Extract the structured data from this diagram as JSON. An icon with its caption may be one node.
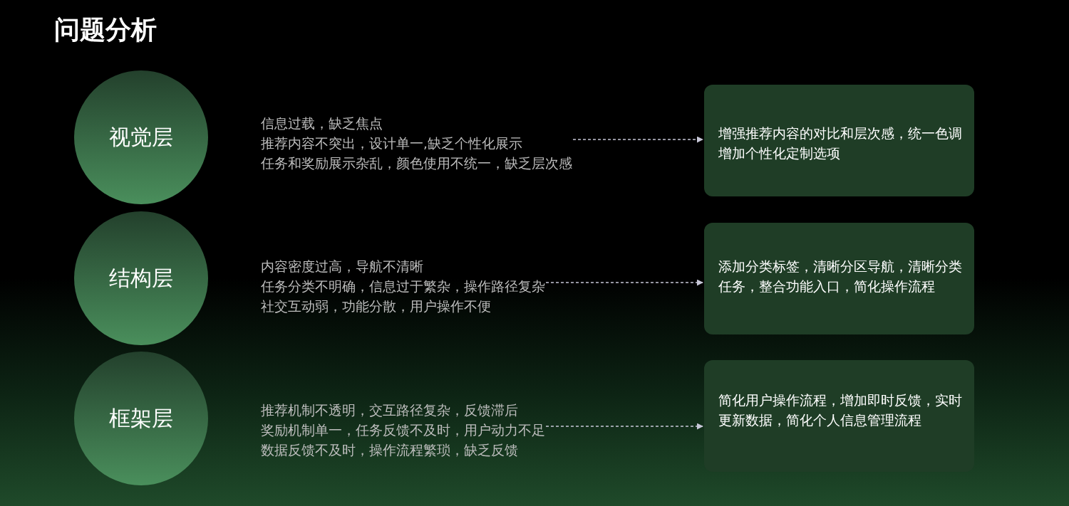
{
  "diagram": {
    "title": "问题分析",
    "nodes": [
      {
        "text": [
          "视觉层"
        ]
      },
      {
        "text": [
          "信息过载，缺乏焦点",
          "推荐内容不突出，设计单一,缺乏个性化展示",
          "任务和奖励展示杂乱，颜色使用不统一，缺乏层次感"
        ]
      },
      {
        "text": [
          "增强推荐内容的对比和层次感，统一色调",
          "增加个性化定制选项"
        ]
      },
      {
        "text": [
          "结构层"
        ]
      },
      {
        "text": [
          "内容密度过高，导航不清晰",
          "任务分类不明确，信息过于繁杂，操作路径复杂",
          "社交互动弱，功能分散，用户操作不便"
        ]
      },
      {
        "text": [
          "添加分类标签，清晰分区导航，清晰分类任务，整合功能入口，简化操作流程"
        ]
      },
      {
        "text": [
          "框架层"
        ]
      },
      {
        "text": [
          "推荐机制不透明，交互路径复杂，反馈滞后",
          "奖励机制单一，任务反馈不及时，用户动力不足",
          "数据反馈不及时，操作流程繁琐，缺乏反馈"
        ]
      },
      {
        "text": [
          "简化用户操作流程，增加即时反馈，实时更新数据，简化个人信息管理流程"
        ]
      }
    ],
    "edges": [
      {
        "from": 1,
        "to": 2,
        "arrow": "to",
        "style": "dashed"
      },
      {
        "from": 4,
        "to": 5,
        "arrow": "to",
        "style": "dashed"
      },
      {
        "from": 7,
        "to": 8,
        "arrow": "to",
        "style": "dashed"
      }
    ]
  }
}
